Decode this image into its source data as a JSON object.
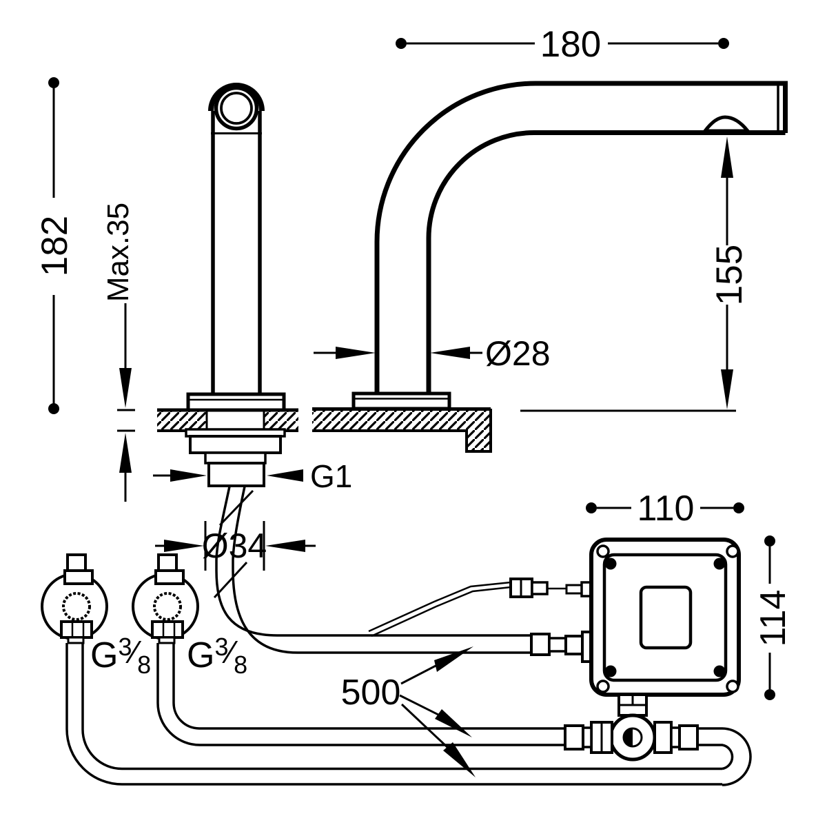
{
  "page": {
    "background": "#ffffff",
    "line_color": "#000000"
  },
  "dimensions": {
    "spout_reach": "180",
    "spout_height": "155",
    "spout_pipe_diameter": "Ø28",
    "tap_total_height": "182",
    "max_deck_thickness": "Max.35",
    "mounting_hole_diameter": "Ø34",
    "base_thread": "G1",
    "hose_length": "500",
    "control_box_width": "110",
    "control_box_height": "114"
  },
  "thread_labels": {
    "g": "G",
    "numerator": "3",
    "fraction_slash": "⁄",
    "denominator": "8"
  }
}
